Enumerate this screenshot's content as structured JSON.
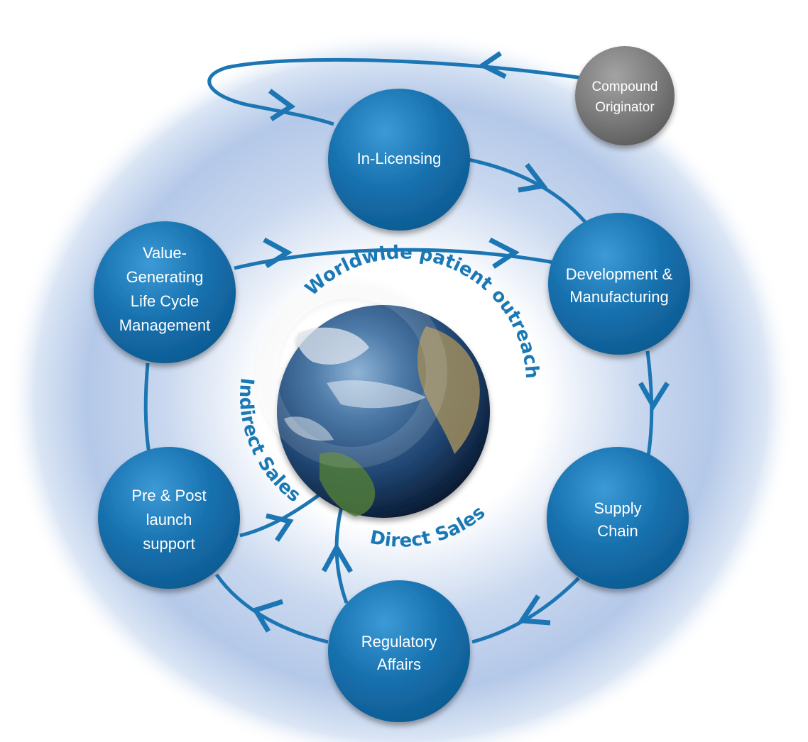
{
  "colors": {
    "node_fill": "#1670ad",
    "node_highlight": "#4aa6e0",
    "originator_fill": "#7a7a7a",
    "arrow": "#1c76b3",
    "halo": "#aec4e6",
    "label_text": "#1a78b5"
  },
  "nodes": {
    "compound_originator": {
      "line1": "Compound",
      "line2": "Originator"
    },
    "in_licensing": {
      "line1": "In-Licensing"
    },
    "development_manufacturing": {
      "line1": "Development &",
      "line2": "Manufacturing"
    },
    "supply_chain": {
      "line1": "Supply",
      "line2": "Chain"
    },
    "regulatory_affairs": {
      "line1": "Regulatory",
      "line2": "Affairs"
    },
    "pre_post_launch": {
      "line1": "Pre & Post",
      "line2": "launch",
      "line3": "support"
    },
    "value_generating": {
      "line1": "Value-",
      "line2": "Generating",
      "line3": "Life Cycle",
      "line4": "Management"
    }
  },
  "center": {
    "globe_icon": "globe-icon",
    "outreach_label": "Worldwide patient outreach",
    "indirect_label": "Indirect Sales",
    "direct_label": "Direct Sales"
  }
}
